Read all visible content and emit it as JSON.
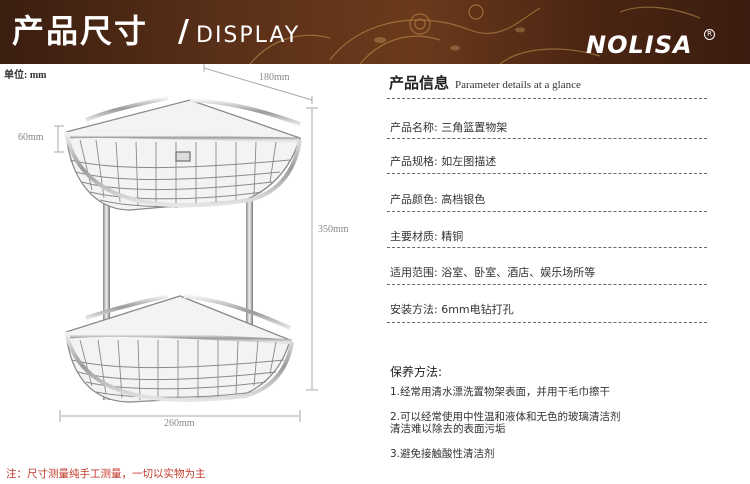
{
  "banner": {
    "title": "产品尺寸",
    "slash": "/",
    "subtitle": "DISPLAY",
    "brand": "NOLISA",
    "brand_mark": "R"
  },
  "unit_label": "单位: mm",
  "dimensions": {
    "width_top": "180mm",
    "height_basket": "60mm",
    "height_total": "350mm",
    "width_bottom": "260mm"
  },
  "info": {
    "heading_zh": "产品信息",
    "heading_en": "Parameter details at a glance",
    "rows": [
      {
        "label": "产品名称:",
        "value": "三角篮置物架"
      },
      {
        "label": "产品规格:",
        "value": "如左图描述"
      },
      {
        "label": "产品颜色:",
        "value": "高档银色"
      },
      {
        "label": "主要材质:",
        "value": "精铜"
      },
      {
        "label": "适用范围:",
        "value": "浴室、卧室、酒店、娱乐场所等"
      },
      {
        "label": "安装方法:",
        "value": "6mm电钻打孔"
      }
    ],
    "care_title": "保养方法:",
    "care": [
      "1.经常用清水漂洗置物架表面，并用干毛巾擦干",
      "2.可以经常使用中性温和液体和无色的玻璃清洁剂",
      "清洁难以除去的表面污垢",
      "3.避免接触酸性清洁剂"
    ]
  },
  "note": "注：尺寸测量纯手工测量，一切以实物为主",
  "colors": {
    "banner_dark": "#3a1e10",
    "banner_mid": "#6b3a1c",
    "note_red": "#c0392b"
  }
}
